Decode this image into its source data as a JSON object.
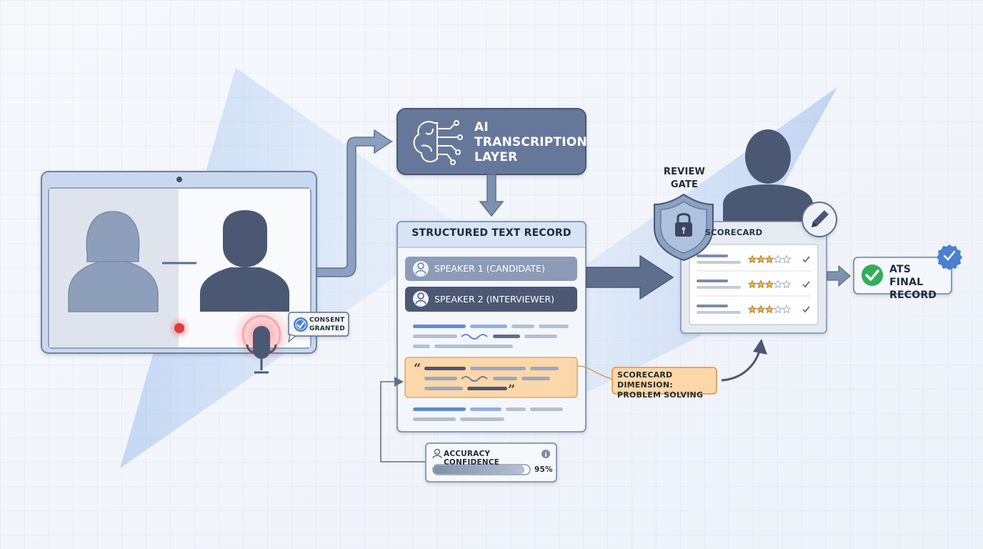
{
  "ai_layer": {
    "title": "AI TRANSCRIPTION LAYER"
  },
  "record": {
    "title": "STRUCTURED TEXT RECORD",
    "speakers": [
      {
        "label": "SPEAKER 1 (CANDIDATE)"
      },
      {
        "label": "SPEAKER 2 (INTERVIEWER)"
      }
    ]
  },
  "consent": {
    "label": "CONSENT GRANTED"
  },
  "review_gate": {
    "label": "REVIEW GATE"
  },
  "scorecard": {
    "title": "SCORECARD",
    "rows": 3,
    "stars_filled": 3,
    "stars_total": 5
  },
  "ats": {
    "label": "ATS FINAL RECORD"
  },
  "dimension": {
    "label": "SCORECARD DIMENSION: PROBLEM SOLVING"
  },
  "accuracy": {
    "label": "ACCURACY CONFIDENCE",
    "value_text": "95%",
    "value": 0.95
  },
  "colors": {
    "slate": "#5d6f8c",
    "dark_slate": "#414f69",
    "highlight": "#fbd7aa",
    "accent_blue": "#4b7fd0",
    "check_green": "#2fae5c",
    "record_dot": "#e8363d"
  }
}
